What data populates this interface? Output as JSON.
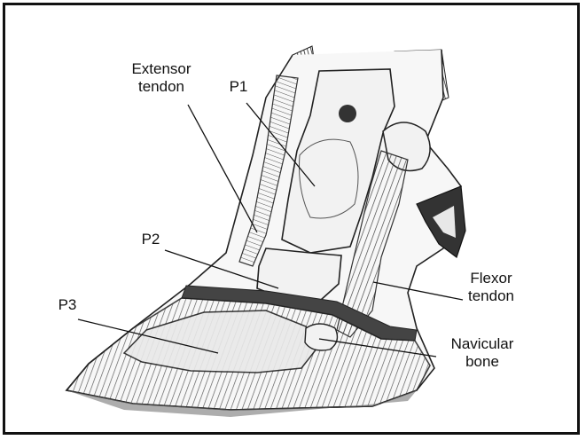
{
  "labels": {
    "extensor_tendon": [
      "Extensor",
      "tendon"
    ],
    "p1": "P1",
    "p2": "P2",
    "p3": "P3",
    "flexor_tendon": [
      "Flexor",
      "tendon"
    ],
    "navicular_bone": [
      "Navicular",
      "bone"
    ]
  },
  "colors": {
    "border": "#111111",
    "ink": "#1a1a1a",
    "bone": "#f2f2f2",
    "tendon": "#6e6e6e",
    "hoof": "#8a8a8a",
    "hair": "#222222"
  }
}
